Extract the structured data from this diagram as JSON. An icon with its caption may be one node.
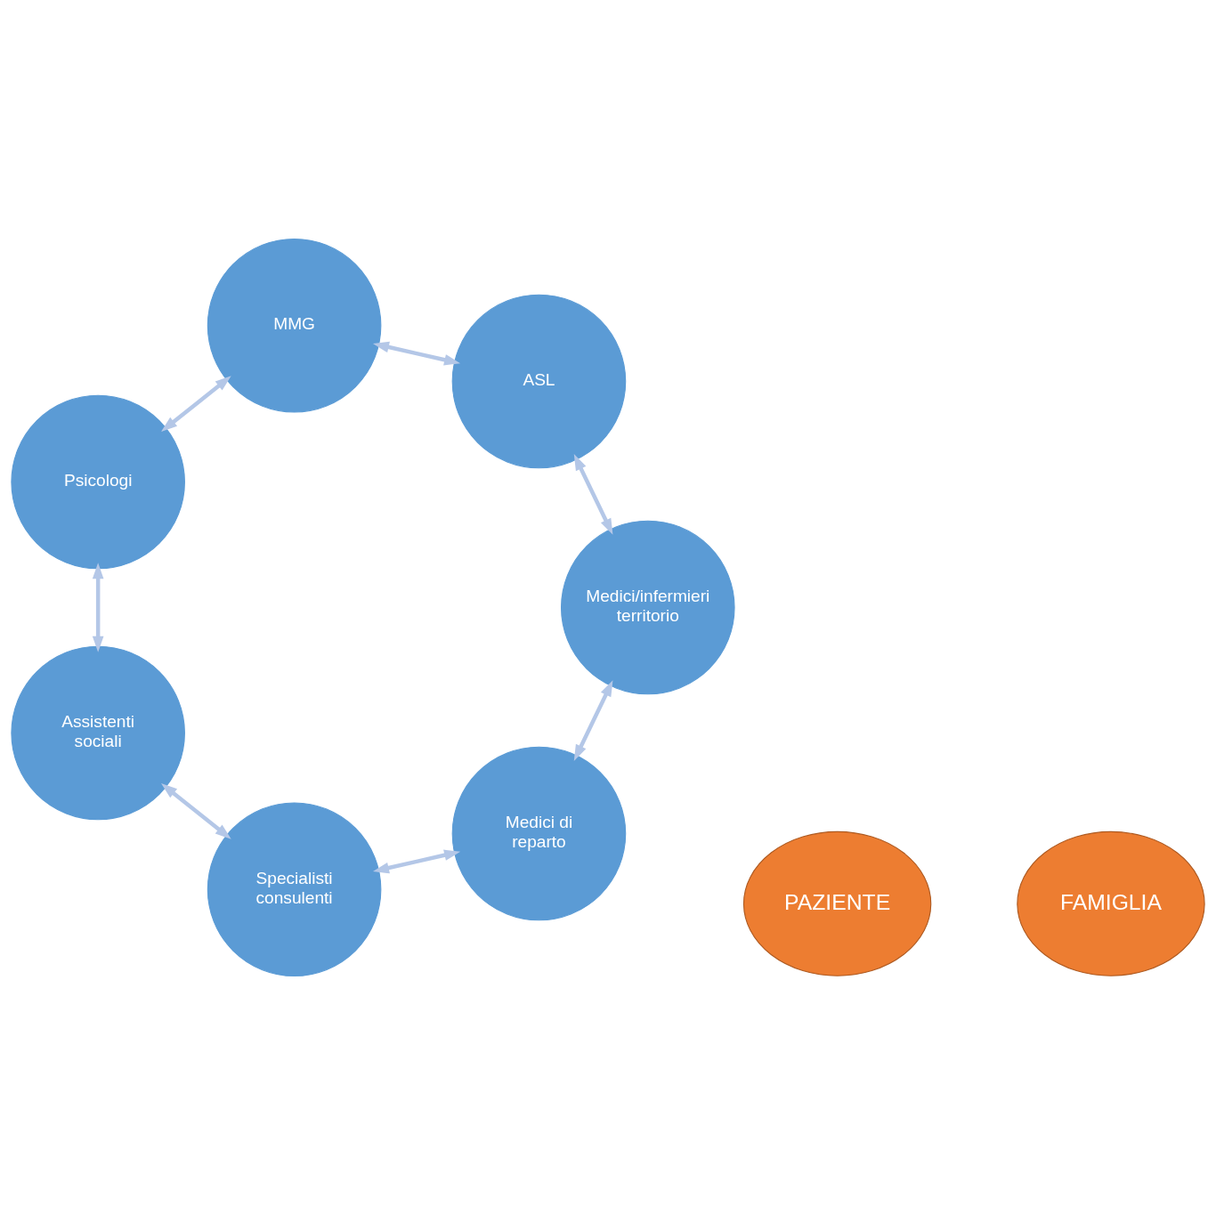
{
  "diagram": {
    "nodes": [
      {
        "text": [
          "Medici di reparto"
        ]
      },
      {
        "text": [
          "Medici/infermieri territorio"
        ]
      },
      {
        "text": [
          "Specialisti consulenti"
        ]
      },
      {
        "text": [
          "PAZIENTE"
        ]
      },
      {
        "text": [
          "ASL"
        ]
      },
      {
        "text": [
          "Assistenti sociali"
        ]
      },
      {
        "text": [
          "FAMIGLIA"
        ]
      },
      {
        "text": [
          "MMG"
        ]
      },
      {
        "text": [
          "Psicologi"
        ]
      }
    ],
    "edges": [
      {
        "from": 1,
        "to": 0,
        "arrow": "both"
      },
      {
        "from": 0,
        "to": 2,
        "arrow": "both"
      },
      {
        "from": 2,
        "to": 5,
        "arrow": "both"
      },
      {
        "from": 5,
        "to": 8,
        "arrow": "both"
      },
      {
        "from": 8,
        "to": 7,
        "arrow": "both"
      },
      {
        "from": 7,
        "to": 4,
        "arrow": "both"
      },
      {
        "from": 4,
        "to": 1,
        "arrow": "both"
      }
    ]
  }
}
